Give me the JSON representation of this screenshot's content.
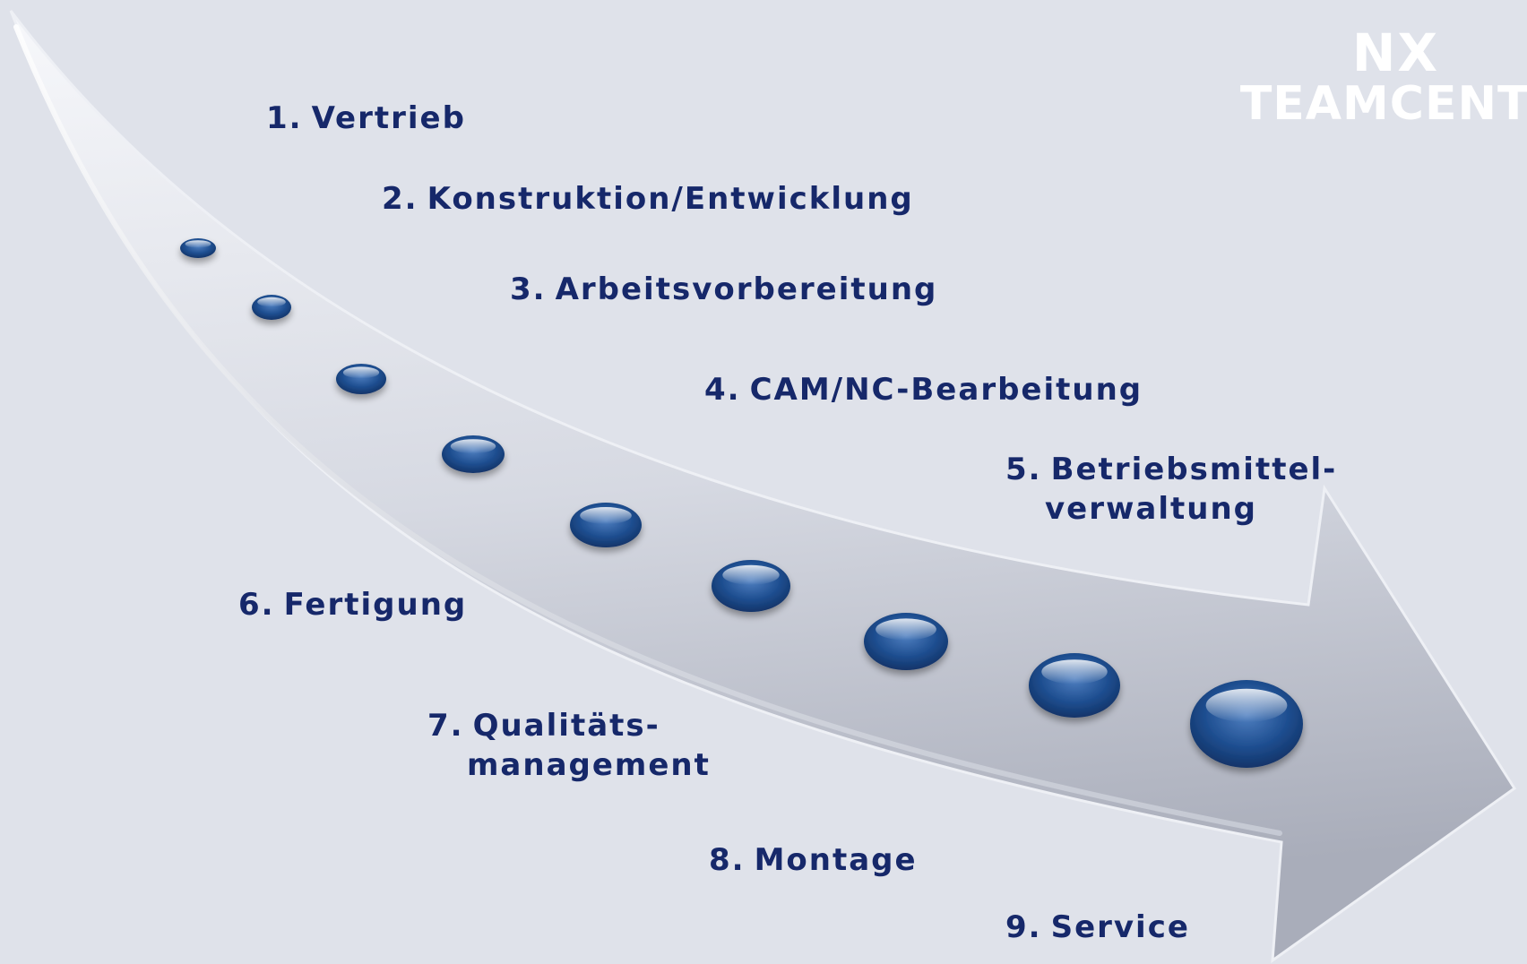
{
  "logo": {
    "line1": "NX",
    "line2": "TEAMCENTE"
  },
  "colors": {
    "background": "#dfe2ea",
    "label": "#16286a",
    "drop": "#1f4f91",
    "arrow_light": "#f7f8fb",
    "arrow_dark": "#a9adba"
  },
  "steps": [
    {
      "num": "1.",
      "label": "Vertrieb"
    },
    {
      "num": "2.",
      "label": "Konstruktion/Entwicklung"
    },
    {
      "num": "3.",
      "label": "Arbeitsvorbereitung"
    },
    {
      "num": "4.",
      "label": "CAM/NC-Bearbeitung"
    },
    {
      "num": "5.",
      "label": "Betriebsmittel-",
      "label2": "verwaltung"
    },
    {
      "num": "6.",
      "label": "Fertigung"
    },
    {
      "num": "7.",
      "label": "Qualitäts-",
      "label2": "management"
    },
    {
      "num": "8.",
      "label": "Montage"
    },
    {
      "num": "9.",
      "label": "Service"
    }
  ]
}
